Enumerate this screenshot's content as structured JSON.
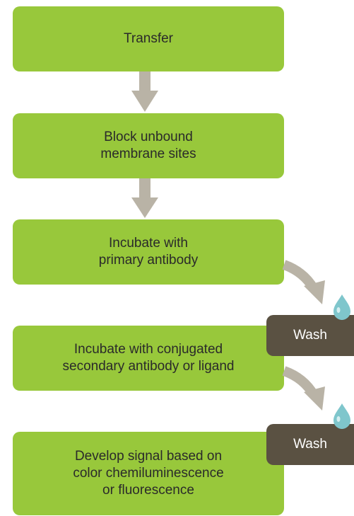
{
  "steps": [
    {
      "label": "Transfer"
    },
    {
      "label": "Block unbound\nmembrane sites"
    },
    {
      "label": "Incubate with\nprimary antibody"
    },
    {
      "label": "Incubate with conjugated\nsecondary antibody or ligand"
    },
    {
      "label": "Develop signal based on\ncolor chemiluminescence\nor fluorescence"
    }
  ],
  "washes": [
    {
      "label": "Wash"
    },
    {
      "label": "Wash"
    }
  ],
  "colors": {
    "step_fill": "#98c83b",
    "wash_fill": "#5a5142",
    "arrow": "#b9b3a6",
    "droplet": "#7fc6cc"
  },
  "icons": [
    "down-arrow-icon",
    "curved-arrow-icon",
    "water-droplet-icon"
  ]
}
